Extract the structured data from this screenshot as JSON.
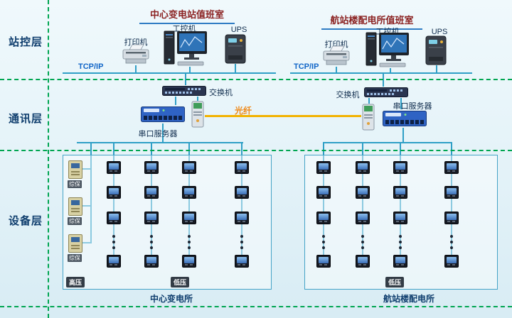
{
  "layers": {
    "station": "站控层",
    "comm": "通讯层",
    "device": "设备层"
  },
  "fiber_label": "光纤",
  "left": {
    "title": "中心变电站值班室",
    "printer_label": "打印机",
    "pc_label": "工控机",
    "ups_label": "UPS",
    "tcpip_label": "TCP/IP",
    "switch_label": "交换机",
    "serial_label": "串口服务器",
    "hv_label": "高压",
    "lv_label": "低压",
    "protection_label": "综保",
    "caption": "中心变电所"
  },
  "right": {
    "title": "航站楼配电所值班室",
    "printer_label": "打印机",
    "pc_label": "工控机",
    "ups_label": "UPS",
    "tcpip_label": "TCP/IP",
    "switch_label": "交换机",
    "serial_label": "串口服务器",
    "lv_label": "低压",
    "caption": "航站楼配电所"
  },
  "icons": {
    "printer": "printer-icon",
    "pc": "industrial-computer-icon",
    "ups": "ups-icon",
    "switch": "ethernet-switch-icon",
    "serial": "serial-server-icon",
    "converter": "fiber-converter-icon",
    "meter": "power-meter-icon",
    "protection": "protection-relay-icon"
  },
  "colors": {
    "wire": "#2f9fc6",
    "divider_dash": "#00a551",
    "fiber": "#f2b200",
    "title_text": "#8b2222",
    "tcpip_text": "#1266c8"
  }
}
